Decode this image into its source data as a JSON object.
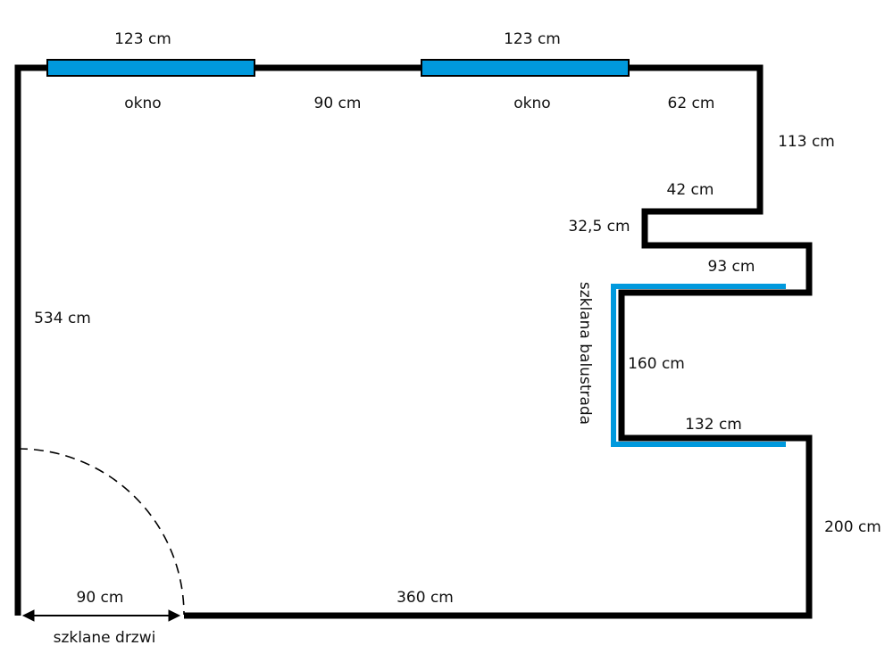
{
  "colors": {
    "wall": "#000000",
    "window": "#0099dd",
    "balustrade": "#0099dd",
    "background": "#ffffff"
  },
  "windows": {
    "left_width": "123 cm",
    "left_label": "okno",
    "right_width": "123 cm",
    "right_label": "okno"
  },
  "dimensions": {
    "between_windows": "90 cm",
    "top_right_segment": "62 cm",
    "right_wall_upper": "113 cm",
    "first_step_horizontal": "42 cm",
    "first_step_vertical": "32,5 cm",
    "second_step_horizontal": "93 cm",
    "niche_depth": "160 cm",
    "niche_bottom": "132 cm",
    "right_wall_lower": "200 cm",
    "left_wall": "534 cm",
    "bottom_wall": "360 cm"
  },
  "balustrade": {
    "label": "szklana balustrada"
  },
  "door": {
    "width": "90 cm",
    "label": "szklane drzwi"
  }
}
